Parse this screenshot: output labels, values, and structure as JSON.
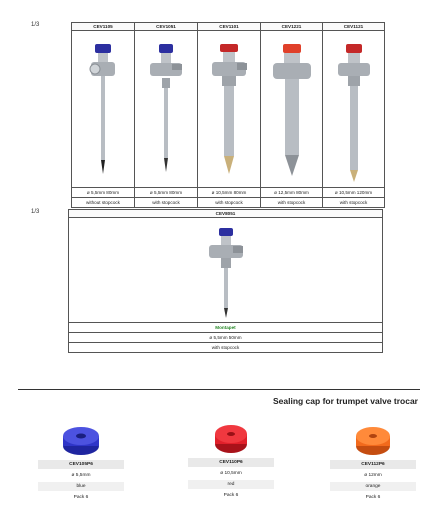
{
  "section_label_top": "1/3",
  "section_label_bottom": "1/3",
  "top_table": {
    "columns": [
      {
        "code": "CEV1105",
        "size": "ø 5,5mm 80mm",
        "stopcock": "without stopcock",
        "handle_color": "#2c2fa0"
      },
      {
        "code": "CEV1051",
        "size": "ø 5,5mm 80mm",
        "stopcock": "with stopcock",
        "handle_color": "#2c2fa0"
      },
      {
        "code": "CEV1101",
        "size": "ø 10,5mm 80mm",
        "stopcock": "with stopcock",
        "handle_color": "#c42828"
      },
      {
        "code": "CEV1221",
        "size": "ø 12,5mm 80mm",
        "stopcock": "with stopcock",
        "handle_color": "#e0402a"
      },
      {
        "code": "CEV1121",
        "size": "ø 10,5mm 120mm",
        "stopcock": "with stopcock",
        "handle_color": "#c42828"
      }
    ]
  },
  "bottom_table": {
    "code": "CEV8051",
    "name": "Montapet",
    "size": "ø 5,5mm 50mm",
    "stopcock": "with stopcock",
    "handle_color": "#2c2fa0"
  },
  "caps_section": {
    "title": "Sealing cap for trumpet valve trocar",
    "items": [
      {
        "code": "CEV105P6",
        "size": "ø 5,5mm",
        "color_name": "blue",
        "pack": "Pack 6",
        "color": "#2f35c8"
      },
      {
        "code": "CEV110P6",
        "size": "ø 10,5mm",
        "color_name": "red",
        "pack": "Pack 6",
        "color": "#e0202a"
      },
      {
        "code": "CEV112P6",
        "size": "ø 12mm",
        "color_name": "orange",
        "pack": "Pack 6",
        "color": "#f26a1c"
      }
    ]
  }
}
